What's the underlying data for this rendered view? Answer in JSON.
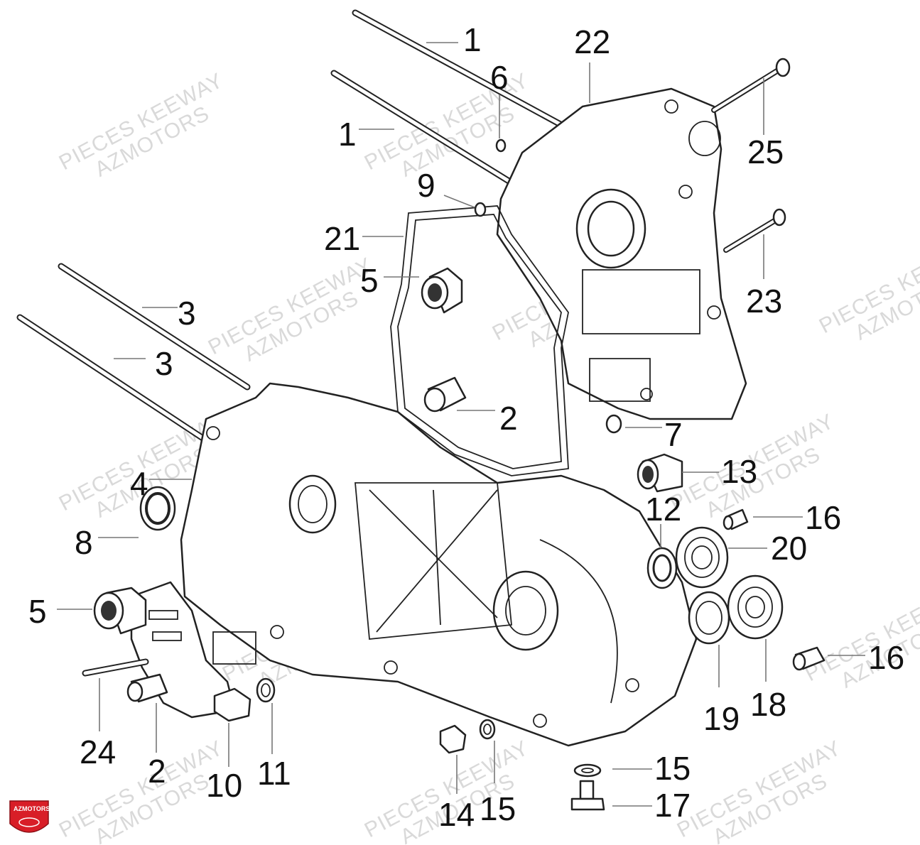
{
  "watermark": {
    "line1": "PIECES KEEWAY",
    "line2": "AZMOTORS"
  },
  "logo": {
    "text": "AZMOTORS",
    "color": "#d81e27"
  },
  "callouts": [
    "1",
    "1",
    "22",
    "6",
    "25",
    "9",
    "21",
    "5",
    "23",
    "3",
    "3",
    "2",
    "7",
    "4",
    "13",
    "12",
    "16",
    "8",
    "20",
    "5",
    "16",
    "18",
    "19",
    "24",
    "2",
    "10",
    "11",
    "14",
    "15",
    "15",
    "17"
  ]
}
